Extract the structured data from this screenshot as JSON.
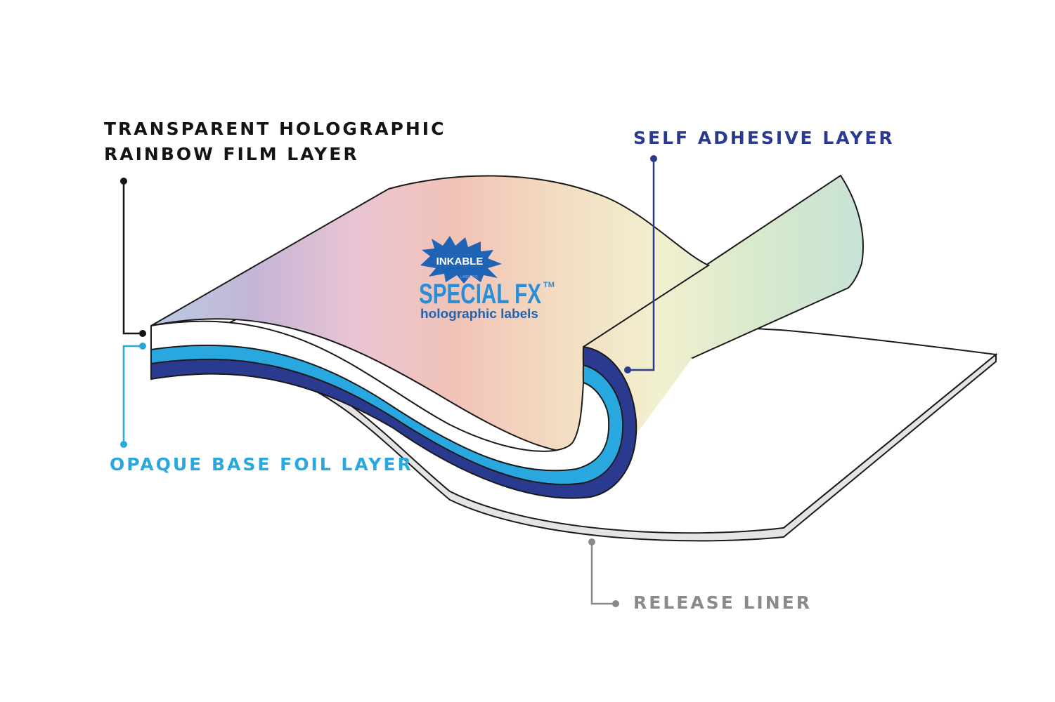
{
  "labels": {
    "film_line1": "TRANSPARENT HOLOGRAPHIC",
    "film_line2": "RAINBOW FILM LAYER",
    "adhesive": "SELF ADHESIVE LAYER",
    "foil": "OPAQUE BASE FOIL LAYER",
    "liner": "RELEASE LINER"
  },
  "logo": {
    "brand": "INKABLE",
    "sub": "LABEL CO.",
    "product": "SPECIAL FX",
    "tm": "TM",
    "tagline": "holographic labels"
  },
  "colors": {
    "black": "#141414",
    "navy": "#2a3a8e",
    "cyan": "#29a8e0",
    "grey": "#8a8a8a",
    "liner_edge": "#e4e4e4",
    "logo_blue": "#1f63b4",
    "logo_light": "#2a8ed6",
    "rainbow": [
      "#b9cbe4",
      "#c4b5d6",
      "#e9c4d3",
      "#f1c3b6",
      "#f3dcc2",
      "#f1f0cf",
      "#d7e9cc",
      "#c7e2d6"
    ]
  }
}
